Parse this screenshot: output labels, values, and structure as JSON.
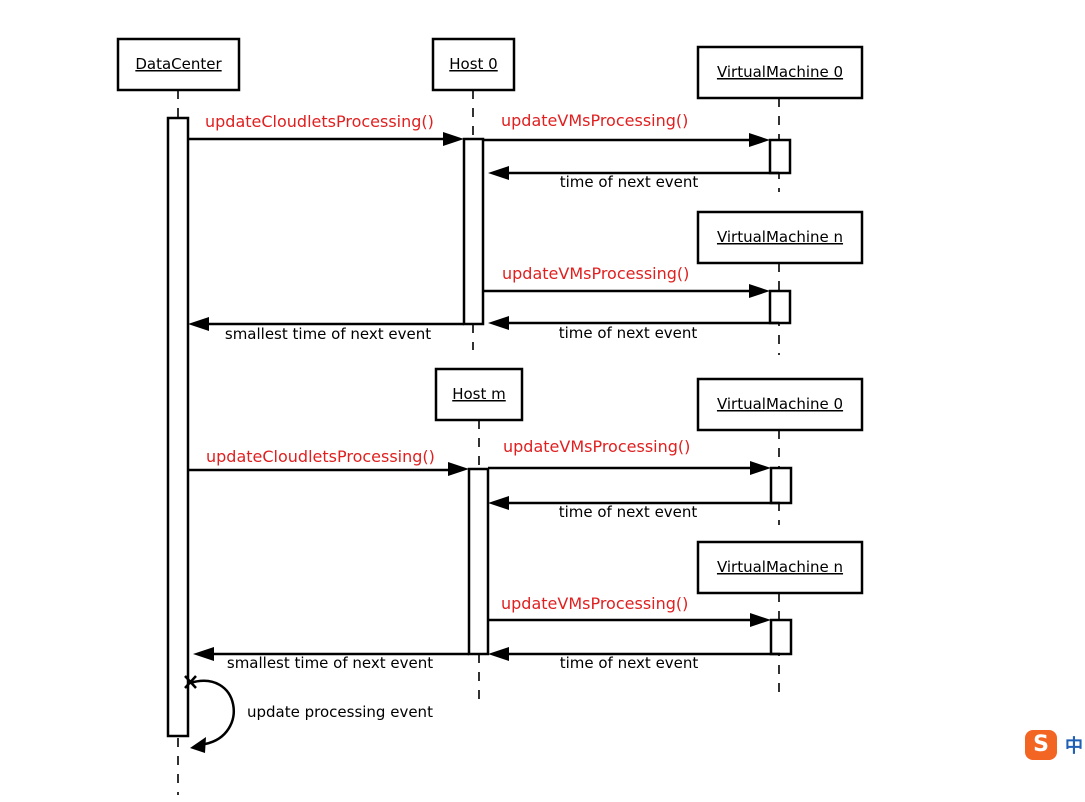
{
  "objects": {
    "datacenter": "DataCenter",
    "host0": "Host 0",
    "host0_vm0": "VirtualMachine 0",
    "host0_vmn": "VirtualMachine n",
    "hostm": "Host m",
    "hostm_vm0": "VirtualMachine 0",
    "hostm_vmn": "VirtualMachine n"
  },
  "messages": {
    "update_cloudlets_1": "updateCloudletsProcessing()",
    "update_vms_1": "updateVMsProcessing()",
    "time_next_1": "time of next event",
    "update_vms_2": "updateVMsProcessing()",
    "time_next_2": "time of next event",
    "smallest_1": "smallest time of next event",
    "update_cloudlets_2": "updateCloudletsProcessing()",
    "update_vms_3": "updateVMsProcessing()",
    "time_next_3": "time of next event",
    "update_vms_4": "updateVMsProcessing()",
    "time_next_4": "time of next event",
    "smallest_2": "smallest time of next event",
    "self_call": "update processing event"
  },
  "tray": {
    "ime_icon": "sogou-ime-icon",
    "ime_mode": "中"
  },
  "colors": {
    "call_label": "#e02020",
    "ime_brand": "#f26522",
    "ime_mode_text": "#1f5fb5"
  }
}
